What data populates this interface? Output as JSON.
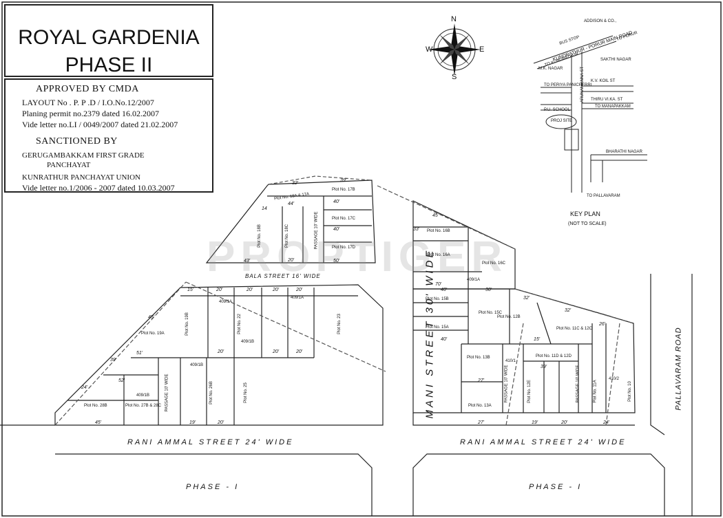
{
  "title": {
    "line1": "ROYAL GARDENIA",
    "line2": "PHASE II"
  },
  "approval": {
    "heading": "APPROVED BY CMDA",
    "layout_no": "LAYOUT No . P. P .D / I.O.No.12/2007",
    "permit": "Planing permit no.2379 dated 16.02.2007",
    "letter": "Vide letter no.LI / 0049/2007 dated 21.02.2007"
  },
  "sanction": {
    "heading": "SANCTIONED BY",
    "body1": "GERUGAMBAKKAM FIRST GRADE",
    "body2": "PANCHAYAT",
    "body3": "KUNRATHUR PANCHAYAT UNION",
    "letter": "Vide letter no.1/2006 - 2007 dated 10.03.2007"
  },
  "watermark": "PROPTIGER",
  "compass": {
    "n": "N",
    "s": "S",
    "e": "E",
    "w": "W"
  },
  "key_plan": {
    "title": "KEY PLAN",
    "note": "(NOT TO SCALE)",
    "addison": "ADDISON & CO.,",
    "bus_stop": "BUS STOP",
    "main_road": "KUNDRATHUR - PORUR MAIN ROAD",
    "to_kundrathur": "TO KUNDRATHUR",
    "to_porur": "TO PORUR",
    "sakthi": "SAKTHI NAGAR",
    "mk_nagar": "M.K. NAGAR",
    "kv_koil": "K.V. KOIL ST",
    "to_periya": "TO PERIYA PANICHERRI",
    "thiru": "THIRU VI.KA. ST",
    "to_manapakkam": "TO MANAPAKKAM",
    "pu_school": "P.U. SCHOOL",
    "site": "PROJ SITE",
    "bharathi": "BHARATHI NAGAR",
    "to_pallavaram": "TO PALLAVARAM",
    "arcot": "ARUNAN ANNA ST"
  },
  "streets": {
    "bala": "BALA STREET 16' WIDE",
    "mani": "MANI STREET 30' WIDE",
    "rani_left": "RANI AMMAL STREET 24' WIDE",
    "rani_right": "RANI AMMAL STREET 24' WIDE",
    "pallavaram": "PALLAVARAM ROAD",
    "phase1_left": "PHASE - I",
    "phase1_right": "PHASE - I"
  },
  "plots": [
    {
      "id": "p17a",
      "text": "Plot No. 18A & 17A"
    },
    {
      "id": "p17b",
      "text": "Plot No. 17B"
    },
    {
      "id": "p17c",
      "text": "Plot No. 17C"
    },
    {
      "id": "p17d",
      "text": "Plot No. 17D"
    },
    {
      "id": "p18b",
      "text": "Plot No. 18B"
    },
    {
      "id": "p18c",
      "text": "Plot No. 18C"
    },
    {
      "id": "p16b",
      "text": "Plot No. 16B"
    },
    {
      "id": "p16a",
      "text": "Plot No. 16A"
    },
    {
      "id": "p16c",
      "text": "Plot No. 16C"
    },
    {
      "id": "p15b",
      "text": "Plot No. 15B"
    },
    {
      "id": "p15c",
      "text": "Plot No. 15C"
    },
    {
      "id": "p15a",
      "text": "Plot No. 15A"
    },
    {
      "id": "p19a",
      "text": "Plot No. 19A"
    },
    {
      "id": "p19b",
      "text": "Plot No. 19B"
    },
    {
      "id": "p22",
      "text": "Plot No. 22"
    },
    {
      "id": "p23",
      "text": "Plot No. 23"
    },
    {
      "id": "p25",
      "text": "Plot No. 25"
    },
    {
      "id": "p26b",
      "text": "Plot No. 26B"
    },
    {
      "id": "p27b",
      "text": "Plot No. 27B & 28C"
    },
    {
      "id": "p28b",
      "text": "Plot No. 28B"
    },
    {
      "id": "p13b",
      "text": "Plot No. 13B"
    },
    {
      "id": "p13a",
      "text": "Plot No. 13A"
    },
    {
      "id": "p12b",
      "text": "Plot No. 12B"
    },
    {
      "id": "p12e",
      "text": "Plot No. 12E"
    },
    {
      "id": "p11a",
      "text": "Plot No. 11A"
    },
    {
      "id": "p10",
      "text": "Plot No. 10"
    },
    {
      "id": "p11c",
      "text": "Plot No. 11C & 12C"
    },
    {
      "id": "p11d",
      "text": "Plot No. 11D & 12D"
    }
  ],
  "survey": {
    "s1": "409/1A",
    "s2": "409/1B",
    "s3": "410/1",
    "s4": "410/2"
  },
  "dims": {
    "d32": "32'",
    "d39": "39'",
    "d40": "40'",
    "d44": "44'",
    "d14": "14",
    "d43": "43'",
    "d20": "20'",
    "d50": "50'",
    "d45": "45'",
    "d30": "30'",
    "d70": "70'",
    "d19": "19'",
    "d51": "51'",
    "d52": "52'",
    "d24": "24'",
    "d27": "27'",
    "d15": "15'",
    "d26": "26'",
    "d33": "33'"
  },
  "passages": {
    "p1": "PASSAGE 10' WIDE",
    "p2": "PASSAGE 10' WIDE",
    "p3": "PASSAGE 10' WIDE",
    "p4": "PASSAGE 10' WIDE"
  }
}
